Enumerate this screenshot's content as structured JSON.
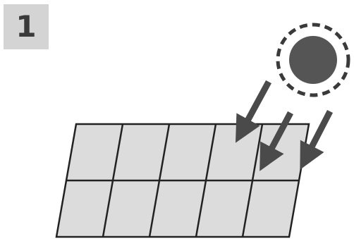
{
  "step": {
    "number": "1"
  },
  "colors": {
    "badge_bg": "#d4d4d4",
    "badge_text": "#3a3a3a",
    "panel_fill": "#dcdcdc",
    "panel_line": "#222222",
    "sun_fill": "#555555",
    "sun_ring": "#3a3a3a",
    "arrow": "#4a4a4a"
  },
  "icons": {
    "sun": "sun-icon",
    "panel": "solar-panel-icon",
    "rays": "sunlight-arrow-icon"
  },
  "panel_grid": {
    "rows": 2,
    "columns": 5
  }
}
